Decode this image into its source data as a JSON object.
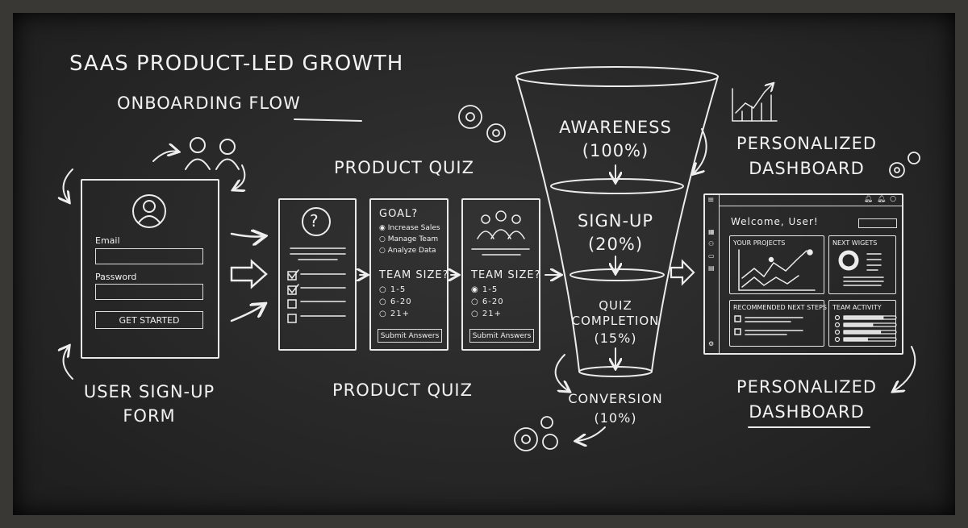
{
  "title": {
    "line1": "SAAS PRODUCT-LED GROWTH",
    "line2": "ONBOARDING ",
    "line2_emph": "FLOW"
  },
  "signup": {
    "email_label": "Email",
    "password_label": "Password",
    "button": "GET STARTED",
    "caption1": "USER SIGN-UP",
    "caption2": "FORM"
  },
  "quiz": {
    "heading": "PRODUCT QUIZ",
    "caption": "PRODUCT QUIZ",
    "goal_title": "GOAL?",
    "goal_options": [
      "Increase Sales",
      "Manage Team",
      "Analyze Data"
    ],
    "goal_selected": 0,
    "team_title": "TEAM SIZE?",
    "team_options": [
      "1-5",
      "6-20",
      "21+"
    ],
    "submit": "Submit Answers"
  },
  "funnel": {
    "stages": [
      {
        "label": "AWARENESS",
        "pct": "(100%)"
      },
      {
        "label": "SIGN-UP",
        "pct": "(20%)"
      },
      {
        "label": "QUIZ",
        "label2": "COMPLETION",
        "pct": "(15%)"
      },
      {
        "label": "CONVERSION",
        "pct": "(10%)"
      }
    ]
  },
  "dashboard": {
    "heading1": "PERSONALIZED",
    "heading2": "DASHBOARD",
    "caption1": "PERSONALIZED",
    "caption2": "DASHBOARD",
    "welcome": "Welcome, User!",
    "panels": [
      "YOUR PROJECTS",
      "NEXT WIGETS",
      "RECOMMENDED NEXT STEPS",
      "TEAM ACTIVITY"
    ],
    "team_activity_levels": [
      0.75,
      0.55,
      0.7,
      0.45
    ]
  },
  "colors": {
    "chalk": "#f2f2f2",
    "board": "#2a2a2a",
    "frame": "#3a3835"
  }
}
